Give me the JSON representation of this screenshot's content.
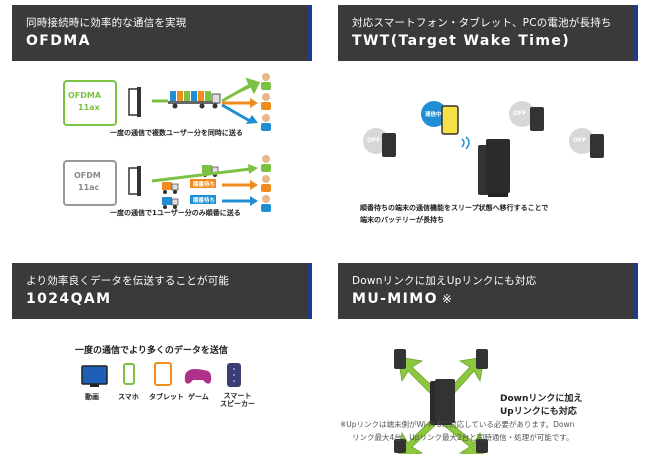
{
  "panels": [
    {
      "subtitle": "同時接続時に効率的な通信を実現",
      "title": "OFDMA",
      "ofdma_label": [
        "OFDMA",
        "11ax"
      ],
      "ofdma_caption": "一度の通信で複数ユーザー分を同時に送る",
      "ofdm_label": [
        "OFDM",
        "11ac"
      ],
      "ofdm_caption": "一度の通信で1ユーザー分のみ順番に送る",
      "waiting_badge": "順番待ち"
    },
    {
      "subtitle": "対応スマートフォン・タブレット、PCの電池が長持ち",
      "title": "TWT(Target Wake Time)",
      "off_label": "OFF",
      "active_label": "通信中",
      "caption_line1": "順番待ちの端末の通信機能をスリープ状態へ移行することで",
      "caption_line2": "端末のバッテリーが長持ち"
    },
    {
      "subtitle": "より効率良くデータを伝送することが可能",
      "title": "1024QAM",
      "heading": "一度の通信でより多くのデータを送信",
      "devices": [
        "動画",
        "スマホ",
        "タブレット",
        "ゲーム",
        "スマート\nスピーカー"
      ]
    },
    {
      "subtitle": "Downリンクに加えUpリンクにも対応",
      "title": "MU-MIMO",
      "title_mark": "※",
      "callout_line1": "Downリンクに加え",
      "callout_line2": "Upリンクにも対応",
      "note_line1": "※Upリンクは端末側がWi-Fi 6に対応している必要があります。Down",
      "note_line2": "リンク最大4台、Upリンク最大2台と同時通信・処理が可能です。"
    }
  ],
  "colors": {
    "header_bg": "#3a3a3a",
    "header_accent": "#1e3c8c",
    "ofdma_green": "#7cc242",
    "orange": "#f08c1e",
    "blue": "#1f8ed3",
    "arrow_green": "#8dc63f"
  }
}
